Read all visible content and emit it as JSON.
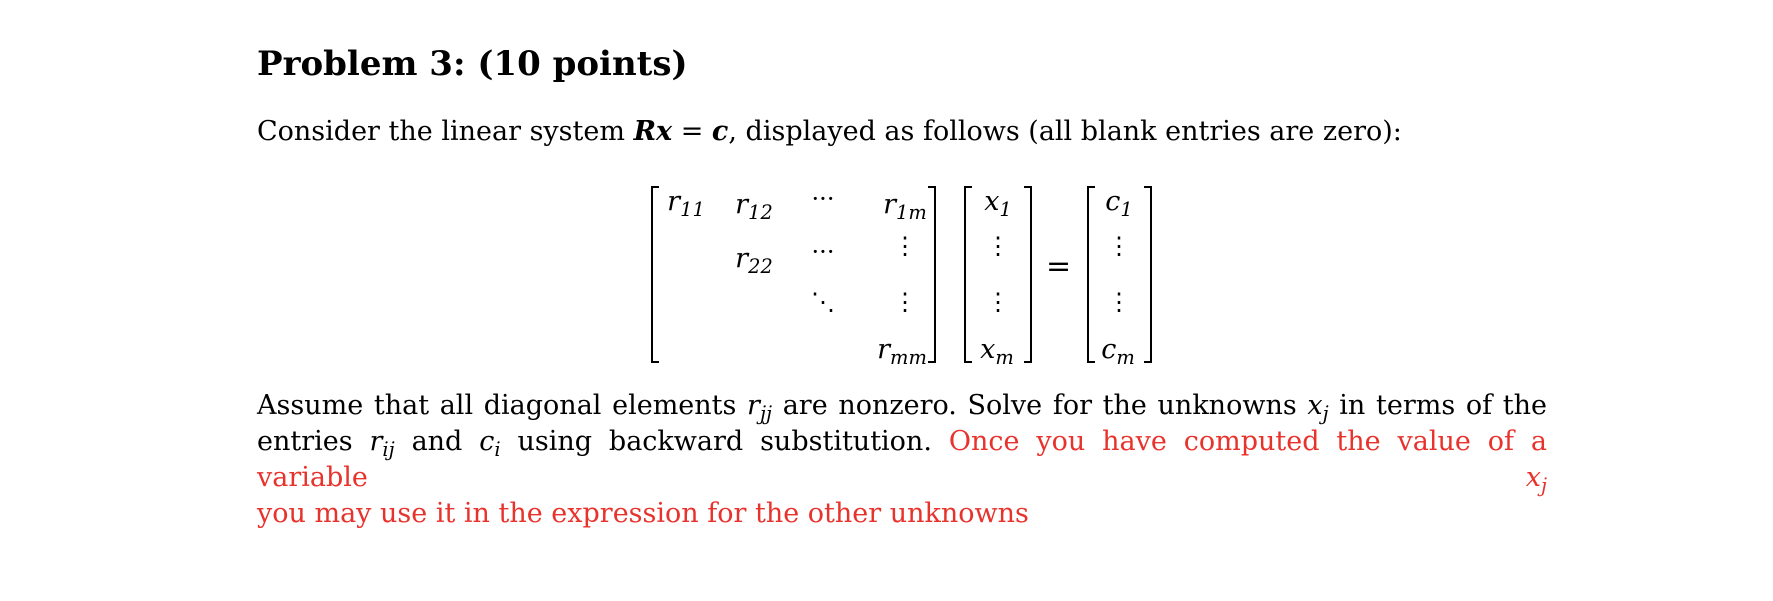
{
  "problem": {
    "title": "Problem 3: (10 points)"
  },
  "intro": {
    "prefix": "Consider the linear system ",
    "R": "R",
    "x": "x",
    "eq": " = ",
    "c": "c",
    "suffix": ", displayed as follows (all blank entries are zero):"
  },
  "matrix": {
    "r11": {
      "base": "r",
      "sub": "11"
    },
    "r12": {
      "base": "r",
      "sub": "12"
    },
    "r1m": {
      "base": "r",
      "sub": "1m"
    },
    "r22": {
      "base": "r",
      "sub": "22"
    },
    "rmm": {
      "base": "r",
      "sub": "mm"
    },
    "x1": {
      "base": "x",
      "sub": "1"
    },
    "xm": {
      "base": "x",
      "sub": "m"
    },
    "c1": {
      "base": "c",
      "sub": "1"
    },
    "cm": {
      "base": "c",
      "sub": "m"
    },
    "hdots": "···",
    "vdots": "⋮",
    "ddots": "⋱",
    "equals": "="
  },
  "body": {
    "l1a": "Assume that all diagonal elements ",
    "rjj_base": "r",
    "rjj_sub": "jj",
    "l1b": " are nonzero. Solve for the unknowns ",
    "xj_base": "x",
    "xj_sub": "j",
    "l1c": " in terms of the",
    "l2a": "entries ",
    "rij_base": "r",
    "rij_sub": "ij",
    "l2b": " and ",
    "ci_base": "c",
    "ci_sub": "i",
    "l2c": " using backward substitution. ",
    "red1": "Once you have computed the value of a variable ",
    "red_xj_base": "x",
    "red_xj_sub": "j",
    "red2": "you may use it in the expression for the other unknowns"
  },
  "colors": {
    "highlight": "#e8322c",
    "text": "#000000"
  }
}
